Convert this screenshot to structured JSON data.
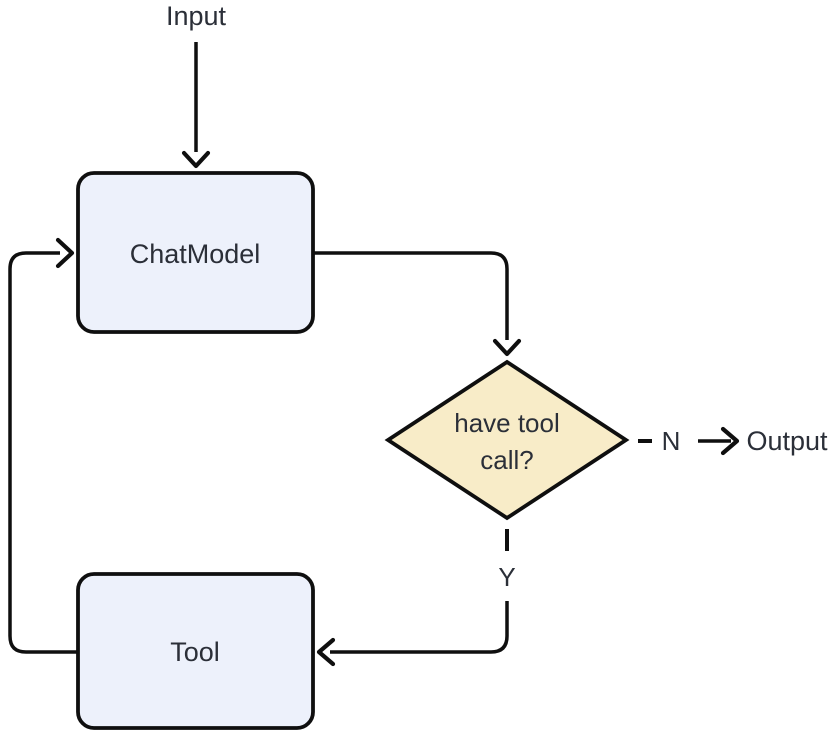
{
  "diagram": {
    "type": "flowchart",
    "nodes": {
      "input": {
        "label": "Input"
      },
      "chat_model": {
        "label": "ChatModel"
      },
      "decision": {
        "label_line1": "have tool",
        "label_line2": "call?"
      },
      "tool": {
        "label": "Tool"
      },
      "output": {
        "label": "Output"
      }
    },
    "edges": {
      "input_to_chatmodel": {
        "style": "solid"
      },
      "chatmodel_to_decision": {
        "style": "solid"
      },
      "decision_to_output": {
        "label": "N",
        "style": "dashed"
      },
      "decision_to_tool": {
        "label": "Y",
        "style": "dashed-then-solid"
      },
      "tool_to_chatmodel": {
        "style": "solid"
      }
    },
    "colors": {
      "background": "#ffffff",
      "node_fill": "#edf1fb",
      "decision_fill": "#f8ecc8",
      "line": "#0f0f0f",
      "text": "#2b2f38"
    }
  }
}
